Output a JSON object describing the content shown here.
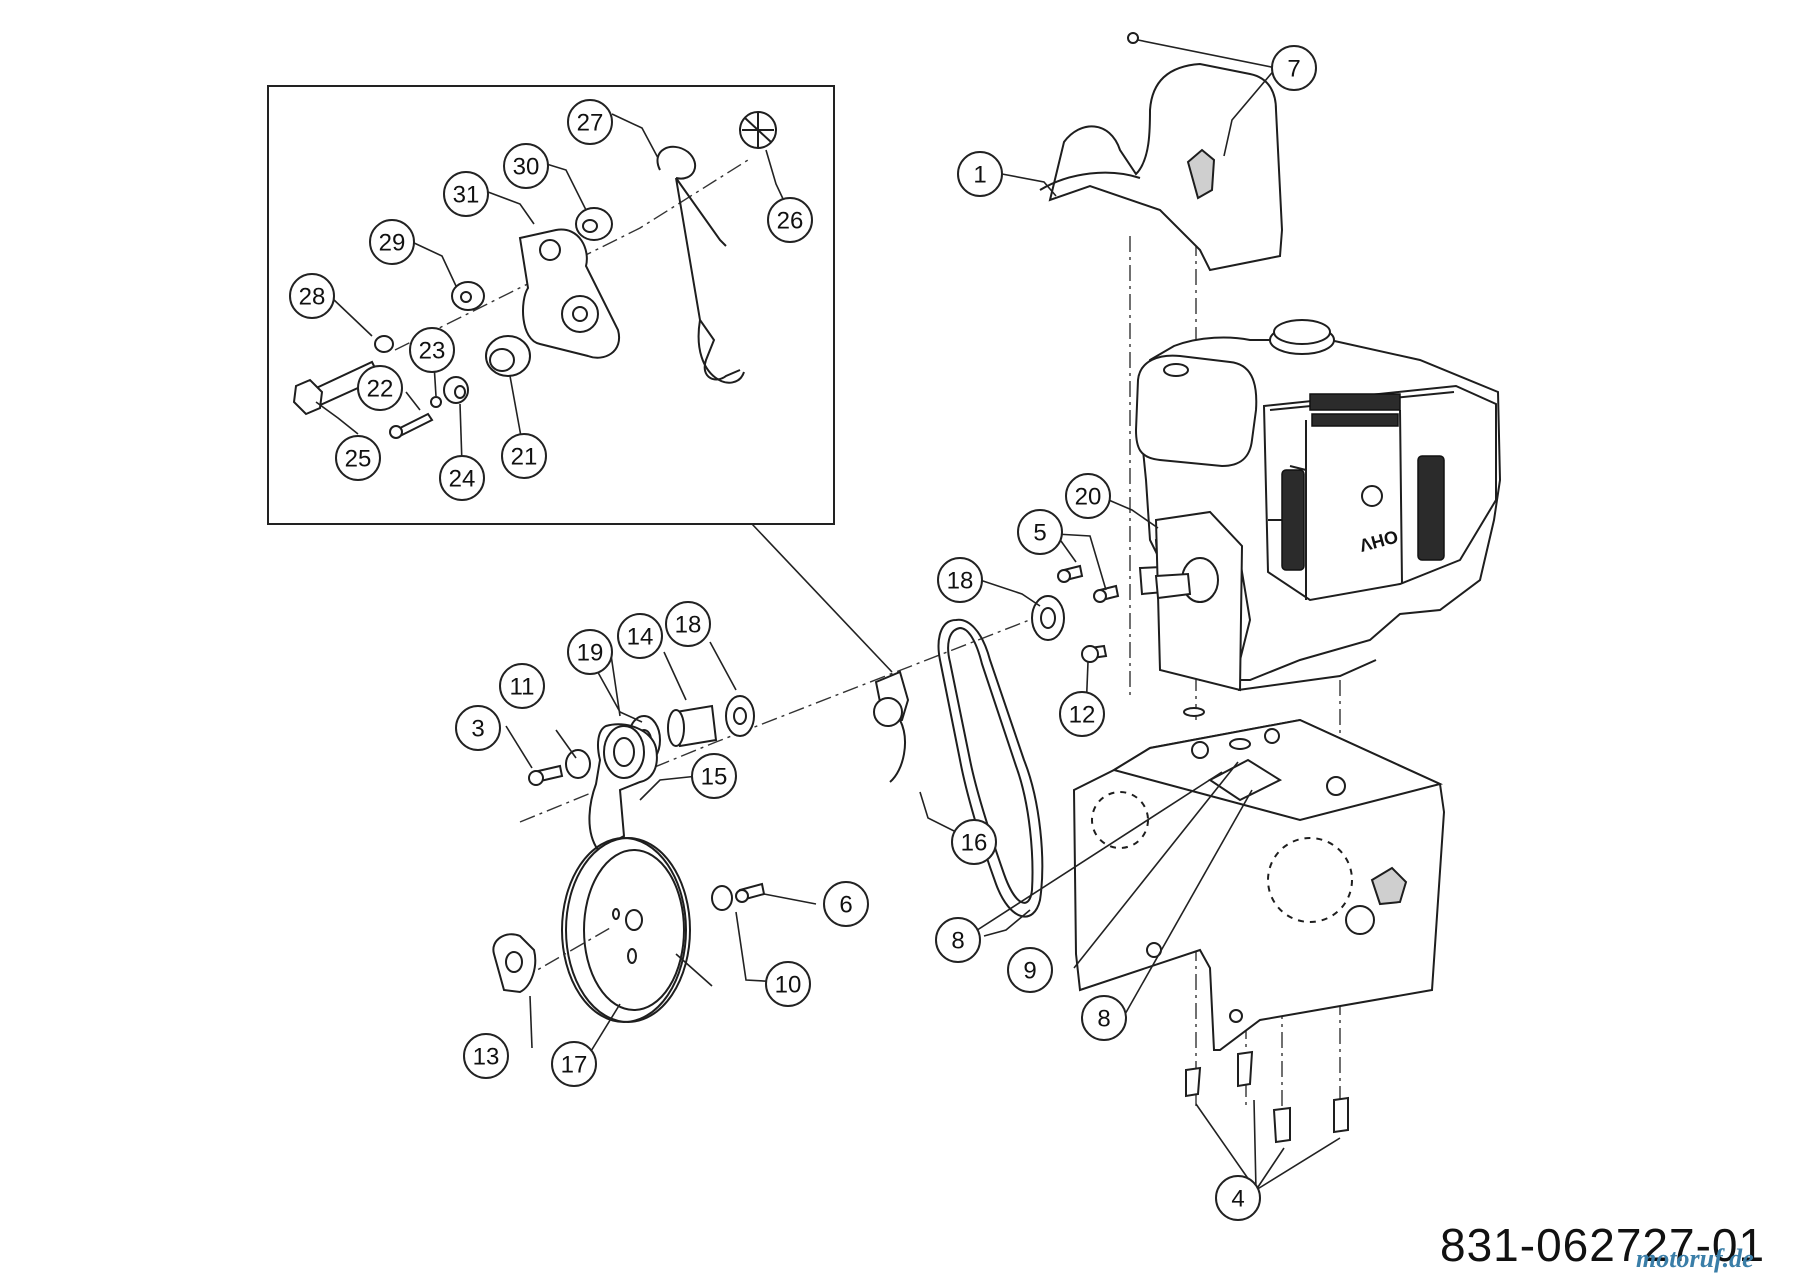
{
  "diagram": {
    "document_number": "831-062727-01",
    "watermark": "motoruf.de",
    "engine_marking": "OHV",
    "callouts": [
      "1",
      "3",
      "4",
      "5",
      "6",
      "7",
      "8",
      "8",
      "9",
      "10",
      "11",
      "12",
      "13",
      "14",
      "15",
      "16",
      "17",
      "18",
      "18",
      "19",
      "20",
      "21",
      "22",
      "23",
      "24",
      "25",
      "26",
      "27",
      "28",
      "29",
      "30",
      "31"
    ]
  }
}
